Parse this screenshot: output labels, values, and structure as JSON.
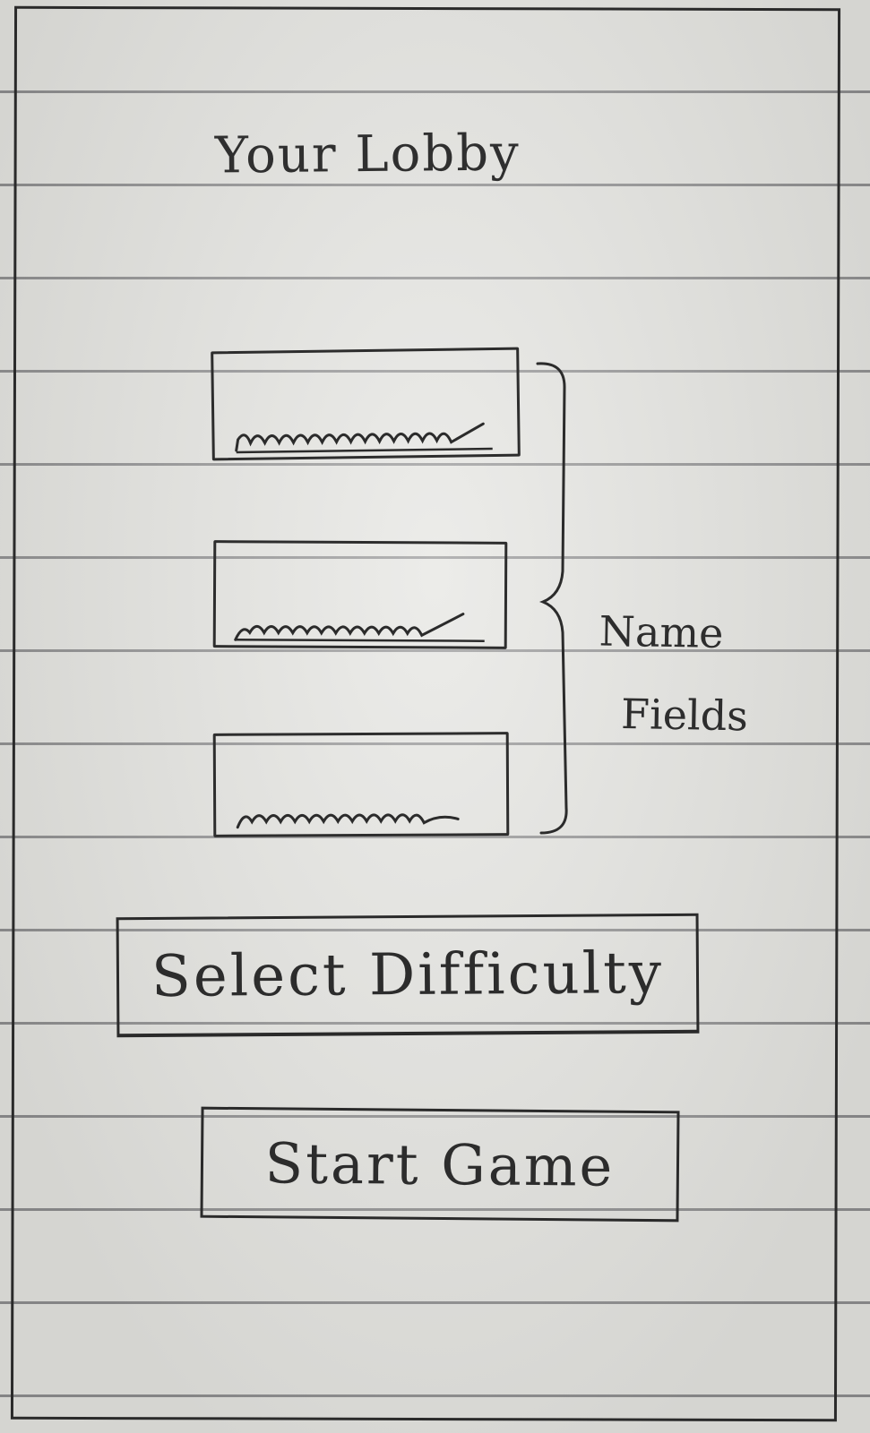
{
  "screen": {
    "title": "Your Lobby"
  },
  "name_fields": {
    "annotation_line1": "Name",
    "annotation_line2": "Fields",
    "count": 3
  },
  "buttons": {
    "select_difficulty": "Select Difficulty",
    "start_game": "Start Game"
  }
}
